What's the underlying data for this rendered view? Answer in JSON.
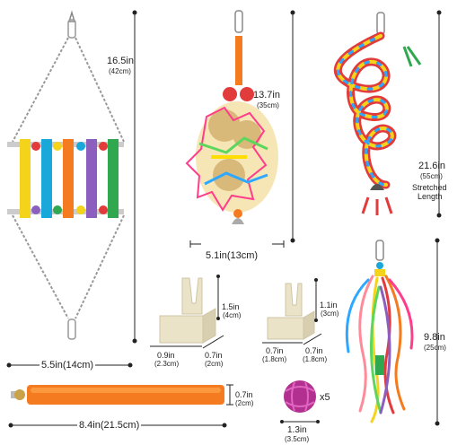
{
  "products": {
    "ladder": {
      "size_in": "16.5in",
      "size_cm": "(42cm)",
      "width": "5.5in(14cm)"
    },
    "chew_ball_toy": {
      "size_in": "13.7in",
      "size_cm": "(35cm)",
      "width": "5.1in(13cm)"
    },
    "rope_perch": {
      "size_in": "21.6in",
      "size_cm": "(55cm)",
      "note_line1": "Stretched",
      "note_line2": "Length"
    },
    "clip_holder_large": {
      "h_in": "1.5in",
      "h_cm": "(4cm)",
      "a_in": "0.9in",
      "a_cm": "(2.3cm)",
      "b_in": "0.7in",
      "b_cm": "(2cm)"
    },
    "clip_holder_small": {
      "h_in": "1.1in",
      "h_cm": "(3cm)",
      "a_in": "0.7in",
      "a_cm": "(1.8cm)",
      "b_in": "0.7in",
      "b_cm": "(1.8cm)"
    },
    "shredder_toy": {
      "size_in": "9.8in",
      "size_cm": "(25cm)"
    },
    "sand_perch": {
      "length": "8.4in(21.5cm)",
      "dia_in": "0.7in",
      "dia_cm": "(2cm)"
    },
    "rattan_ball": {
      "qty": "x5",
      "size_in": "1.3in",
      "size_cm": "(3.5cm)"
    }
  }
}
